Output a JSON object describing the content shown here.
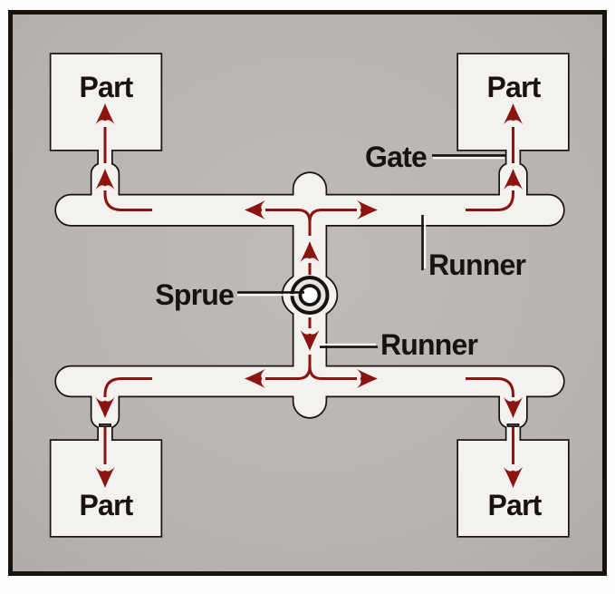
{
  "figure": {
    "title": "injection-molding-feed-system-diagram",
    "labels": {
      "sprue": "Sprue",
      "gate": "Gate",
      "runner_top": "Runner",
      "runner_bottom": "Runner",
      "part_top_left": "Part",
      "part_top_right": "Part",
      "part_bottom_left": "Part",
      "part_bottom_right": "Part"
    },
    "colors": {
      "page_background": "#fdfdfd",
      "mold_plate": "#b8b5b1",
      "channel_fill": "#f4f2ee",
      "outline": "#17130f",
      "flow_arrow": "#8c1410",
      "label_text": "#17130f",
      "leader_highlight": "#ffffff"
    }
  }
}
